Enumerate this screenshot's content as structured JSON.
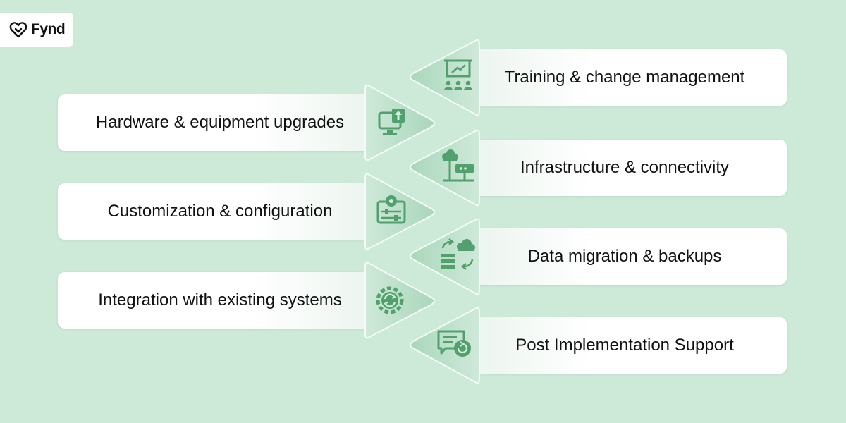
{
  "brand": {
    "name": "Fynd"
  },
  "left_items": [
    {
      "label": "Hardware & equipment upgrades",
      "icon": "monitor-upload-icon"
    },
    {
      "label": "Customization & configuration",
      "icon": "settings-sliders-icon"
    },
    {
      "label": "Integration with existing systems",
      "icon": "gear-sync-icon"
    }
  ],
  "right_items": [
    {
      "label": "Training & change management",
      "icon": "presentation-training-icon"
    },
    {
      "label": "Infrastructure & connectivity",
      "icon": "network-server-icon"
    },
    {
      "label": "Data migration & backups",
      "icon": "cloud-database-icon"
    },
    {
      "label": "Post Implementation Support",
      "icon": "chat-support-icon"
    }
  ],
  "colors": {
    "background": "#cde9d8",
    "accent": "#52a06e",
    "card": "#ffffff"
  }
}
